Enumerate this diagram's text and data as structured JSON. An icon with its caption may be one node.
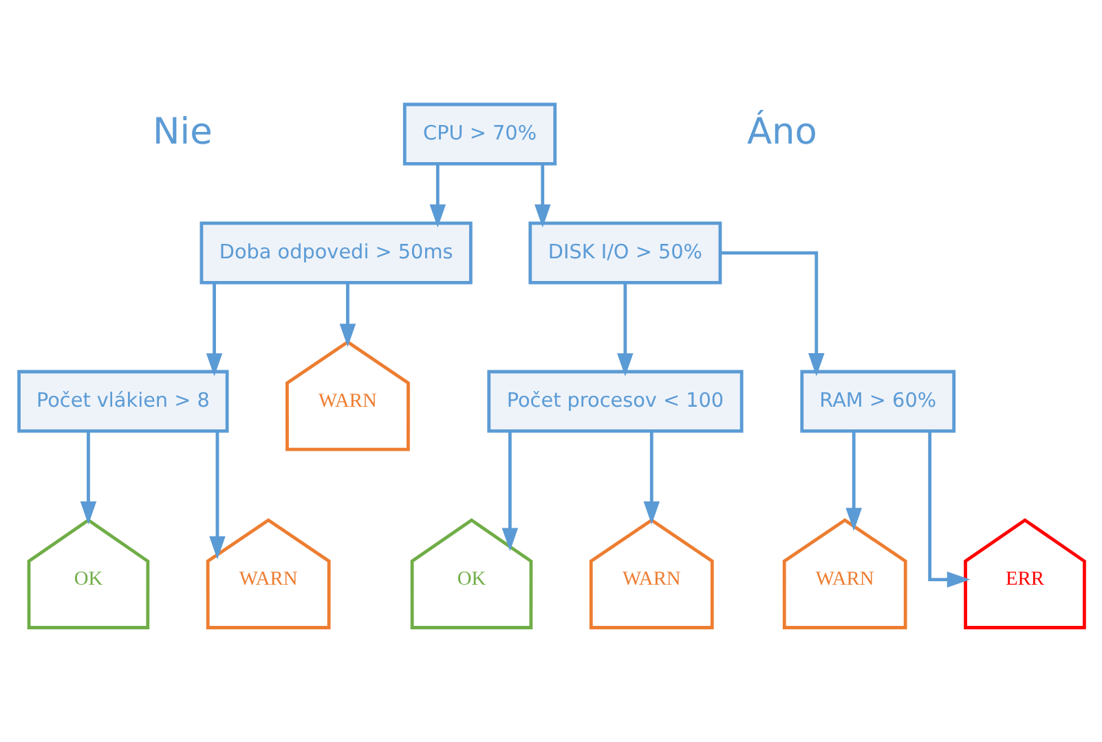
{
  "diagram": {
    "nodes": [
      {
        "text": [
          "CPU > 70%"
        ]
      },
      {
        "text": [
          "Doba odpovedi > 50ms"
        ]
      },
      {
        "text": [
          "DISK I/O > 50%"
        ]
      },
      {
        "text": [
          "Počet vlákien > 8"
        ]
      },
      {
        "text": [
          "WARN"
        ]
      },
      {
        "text": [
          "Počet procesov < 100"
        ]
      },
      {
        "text": [
          "RAM > 60%"
        ]
      },
      {
        "text": [
          "OK"
        ]
      },
      {
        "text": [
          "WARN"
        ]
      },
      {
        "text": [
          "OK"
        ]
      },
      {
        "text": [
          "WARN"
        ]
      },
      {
        "text": [
          "WARN"
        ]
      },
      {
        "text": [
          "ERR"
        ]
      }
    ],
    "edges": [
      {
        "from": 0,
        "to": 1,
        "arrow": "to"
      },
      {
        "from": 0,
        "to": 2,
        "arrow": "to"
      },
      {
        "from": 1,
        "to": 3,
        "arrow": "to"
      },
      {
        "from": 1,
        "to": 4,
        "arrow": "to"
      },
      {
        "from": 2,
        "to": 5,
        "arrow": "to"
      },
      {
        "from": 2,
        "to": 6,
        "arrow": "to"
      },
      {
        "from": 3,
        "to": 7,
        "arrow": "to"
      },
      {
        "from": 3,
        "to": 8,
        "arrow": "to"
      },
      {
        "from": 5,
        "to": 9,
        "arrow": "to"
      },
      {
        "from": 5,
        "to": 10,
        "arrow": "to"
      },
      {
        "from": 6,
        "to": 11,
        "arrow": "to"
      },
      {
        "from": 6,
        "to": 12,
        "arrow": "to"
      }
    ],
    "labels": [
      "Nie",
      "Áno"
    ]
  }
}
